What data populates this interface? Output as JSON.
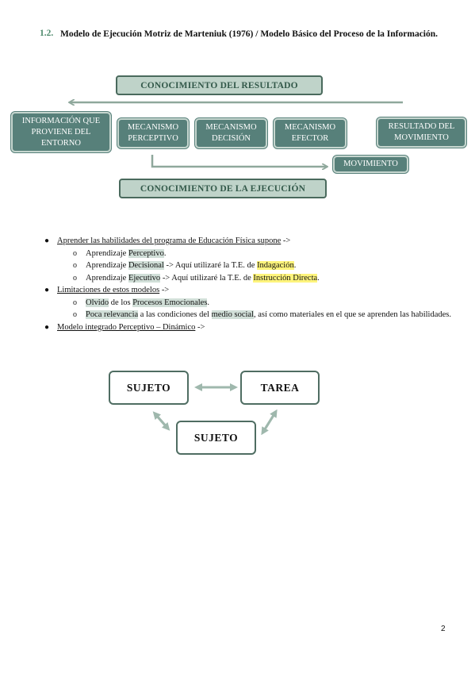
{
  "heading": {
    "number": "1.2.",
    "text": "Modelo de Ejecución Motriz de Marteniuk (1976) / Modelo Básico del Proceso de la Información."
  },
  "diagram1": {
    "top_label": "CONOCIMIENTO DEL RESULTADO",
    "bottom_label": "CONOCIMIENTO DE LA EJECUCIÓN",
    "box_info": "INFORMACIÓN QUE PROVIENE DEL ENTORNO",
    "box_perceptivo": "MECANISMO PERCEPTIVO",
    "box_decision": "MECANISMO DECISIÓN",
    "box_efector": "MECANISMO EFECTOR",
    "box_resultado": "RESULTADO DEL MOVIMIENTO",
    "box_movimiento": "MOVIMIENTO"
  },
  "list": {
    "item1": "Aprender las habilidades del programa de Educación Física supone",
    "item1_arrow": " ->",
    "sub1_prefix": "Aprendizaje ",
    "sub1_hl": "Perceptivo",
    "sub1_suffix": ".",
    "sub2_prefix": "Aprendizaje ",
    "sub2_hl": "Decisional",
    "sub2_mid": " -> Aquí utilizaré la T.E. de ",
    "sub2_hl2": "Indagación",
    "sub2_suffix": ".",
    "sub3_prefix": "Aprendizaje ",
    "sub3_hl": "Ejecutivo",
    "sub3_mid": " -> Aquí utilizaré la T.E. de ",
    "sub3_hl2": "Instrucción Directa",
    "sub3_suffix": ".",
    "item2": "Limitaciones de estos modelos",
    "item2_arrow": " ->",
    "sub4_hl": "Olvido",
    "sub4_mid": " de los ",
    "sub4_hl2": "Procesos Emocionales",
    "sub4_suffix": ".",
    "sub5_hl": "Poca relevancia",
    "sub5_mid": " a las condiciones del ",
    "sub5_hl2": "medio social",
    "sub5_suffix": ", así como materiales en el que se aprenden las habilidades.",
    "item3": "Modelo integrado Perceptivo – Dinámico",
    "item3_arrow": " ->"
  },
  "diagram2": {
    "box_left": "SUJETO",
    "box_right": "TAREA",
    "box_bottom": "SUJETO"
  },
  "page_number": "2"
}
